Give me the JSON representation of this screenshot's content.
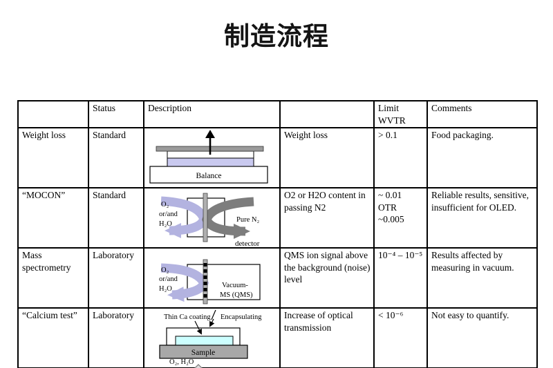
{
  "title": "制造流程",
  "table": {
    "headers": [
      "",
      "Status",
      "Description",
      "",
      "Limit WVTR",
      "Comments"
    ],
    "rows": [
      {
        "method": "Weight loss",
        "status": "Standard",
        "signal": "Weight loss",
        "limit": "> 0.1",
        "comments": "Food packaging."
      },
      {
        "method": "“MOCON”",
        "status": "Standard",
        "signal": "O2 or H2O content in passing N2",
        "limit": "~ 0.01\nOTR ~0.005",
        "comments": "Reliable results, sensitive, insufficient for OLED."
      },
      {
        "method": "Mass spectrometry",
        "status": "Laboratory",
        "signal": "QMS ion signal above the background (noise) level",
        "limit": "10⁻⁴ – 10⁻⁵",
        "comments": "Results affected by measuring in vacuum."
      },
      {
        "method": "“Calcium test”",
        "status": "Laboratory",
        "signal": "Increase of optical transmission",
        "limit": "< 10⁻⁶",
        "comments": "Not easy to quantify."
      }
    ]
  },
  "diagrams": {
    "balance": {
      "device": "Balance"
    },
    "mocon": {
      "gas1": "O₂",
      "gas2": "or/and",
      "gas3": "H₂O",
      "carrier": "Pure N₂",
      "detector": "detector"
    },
    "ms": {
      "gas1": "O₂",
      "gas2": "or/and",
      "gas3": "H₂O",
      "device1": "Vacuum-",
      "device2": "MS (QMS)"
    },
    "calcium": {
      "coating": "Thin Ca coating",
      "encapsulating": "Encapsulating",
      "substrate": "Sample",
      "gas": "O₂, H₂O"
    }
  },
  "colors": {
    "liquid_lavender": "#c9c9ef",
    "arrow_lavender": "#b3b3e0",
    "arrow_gray": "#7d7d7d",
    "plate_gray": "#9a9a9a",
    "sample_gray": "#a8a8a8",
    "membrane_gray": "#b0b0b0",
    "ca_cyan": "#ccffff",
    "hollow_arrow_fill": "#dcdcdc",
    "border_black": "#000000"
  }
}
